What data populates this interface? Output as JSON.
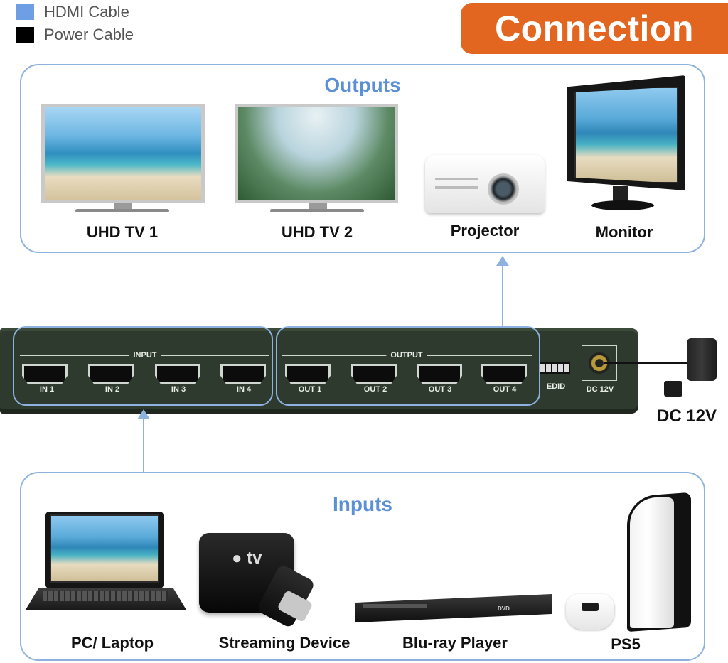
{
  "legend": {
    "items": [
      {
        "label": "HDMI Cable",
        "color": "#6e9fe4"
      },
      {
        "label": "Power Cable",
        "color": "#000000"
      }
    ]
  },
  "badge": {
    "title": "Connection",
    "color": "#e2661f"
  },
  "outputs": {
    "title": "Outputs",
    "devices": [
      {
        "label": "UHD TV 1",
        "icon": "tv-icon"
      },
      {
        "label": "UHD TV 2",
        "icon": "tv-icon"
      },
      {
        "label": "Projector",
        "icon": "projector-icon"
      },
      {
        "label": "Monitor",
        "icon": "monitor-icon"
      }
    ]
  },
  "switch": {
    "input_title": "INPUT",
    "output_title": "OUTPUT",
    "inputs": [
      "IN 1",
      "IN 2",
      "IN 3",
      "IN 4"
    ],
    "outputs": [
      "OUT 1",
      "OUT 2",
      "OUT 3",
      "OUT 4"
    ],
    "edid": "EDID",
    "dc_port": "DC 12V",
    "power_label": "DC 12V"
  },
  "inputs": {
    "title": "Inputs",
    "devices": [
      {
        "label": "PC/ Laptop",
        "icon": "laptop-icon"
      },
      {
        "label": "Streaming Device",
        "icon": "streaming-box-icon"
      },
      {
        "label": "Blu-ray Player",
        "icon": "bluray-player-icon"
      },
      {
        "label": "PS5",
        "icon": "game-console-icon"
      }
    ]
  },
  "colors": {
    "accent": "#5b8fd6",
    "panel_border": "#8db2e0",
    "switch_body": "#2f3a2e"
  }
}
